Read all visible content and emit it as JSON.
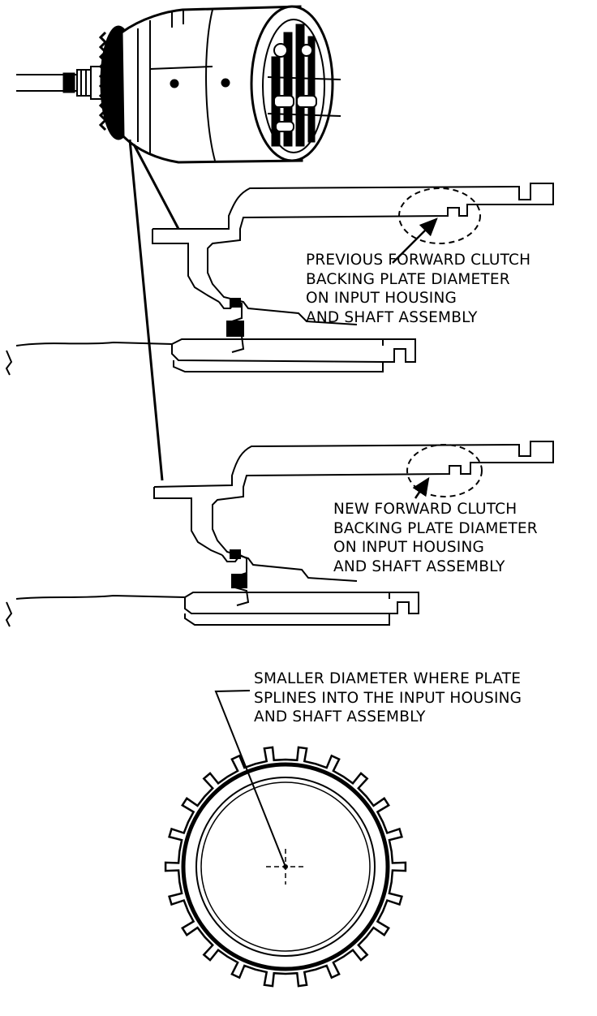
{
  "callouts": {
    "previous": [
      "PREVIOUS FORWARD CLUTCH",
      "BACKING PLATE DIAMETER",
      "ON INPUT HOUSING",
      "AND SHAFT ASSEMBLY"
    ],
    "new": [
      "NEW FORWARD CLUTCH",
      "BACKING PLATE DIAMETER",
      "ON INPUT HOUSING",
      "AND SHAFT ASSEMBLY"
    ],
    "smaller": [
      "SMALLER DIAMETER WHERE PLATE",
      "SPLINES INTO THE INPUT HOUSING",
      "AND SHAFT ASSEMBLY"
    ]
  },
  "colors": {
    "ink": "#000000",
    "paper": "#ffffff"
  }
}
